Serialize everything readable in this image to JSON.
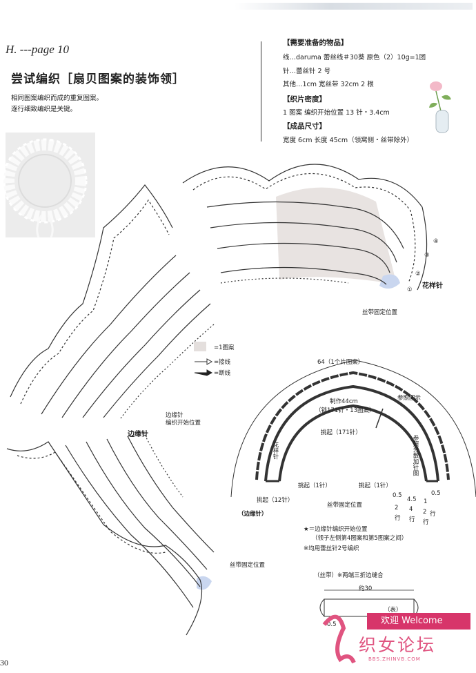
{
  "header": {
    "label": "H. ---page 10",
    "title": "尝试编织［扇贝图案的装饰领］"
  },
  "intro": [
    "相同图案编织而成的重复图案。",
    "逐行细致编织是关键。"
  ],
  "materials": {
    "needed_heading": "【需要准备的物品】",
    "lines": [
      "线…daruma 蕾丝线＃30葵  原色（2）10g=1团",
      "针…蕾丝针 2 号",
      "其他…1cm 宽丝带 32cm  2 根"
    ],
    "density_heading": "【织片密度】",
    "density": "1 图案  编织开始位置 13 针・3.4cm",
    "size_heading": "【成品尺寸】",
    "size": "宽度 6cm  长度 45cm（领窝侧・丝带除外）"
  },
  "chart": {
    "pattern_label": "花样针",
    "ribbon_pos_top": "丝带固定位置",
    "ribbon_pos_bottom": "丝带固定位置",
    "edge_start": "边缘针\n编织开始位置",
    "edge_label": "边缘针",
    "row_nums": [
      "①",
      "②",
      "③",
      "④"
    ]
  },
  "legend": {
    "pattern": "=1图案",
    "join": "=接线",
    "cut": "=断线"
  },
  "diagram": {
    "width_label": "64（1个片图案）",
    "ref_label": "参照图示",
    "made_label": "制作44cm",
    "made_sub": "（锁171针・13图案）",
    "pickup_171": "挑起（171针）",
    "pattern_vertical": "花样针",
    "refer_vertical": "参照分散加针图",
    "pickup_1_left": "挑起（1针）",
    "pickup_1_right": "挑起（1针）",
    "pickup_12": "挑起（12针）",
    "ribbon_pos": "丝带固定位置",
    "edge_label": "（边缘针）",
    "dims": [
      "0.5",
      "4.5",
      "0.5",
      "2",
      "4",
      "2",
      "1",
      "行",
      "行",
      "行",
      "行"
    ],
    "note_star": "★＝边缘针编织开始位置",
    "note_star2": "（领子左侧第4图案和第5图案之间）",
    "note_hook": "※均用蕾丝针2号编织"
  },
  "ribbon": {
    "title": "（丝带）※两端三折边缝合",
    "length": "约30",
    "side": "（表）",
    "end": "0.5"
  },
  "watermark": {
    "welcome": "欢迎 Welcome",
    "forum": "织女论坛",
    "url": "BBS.ZHINVB.COM"
  },
  "page_number": "30"
}
